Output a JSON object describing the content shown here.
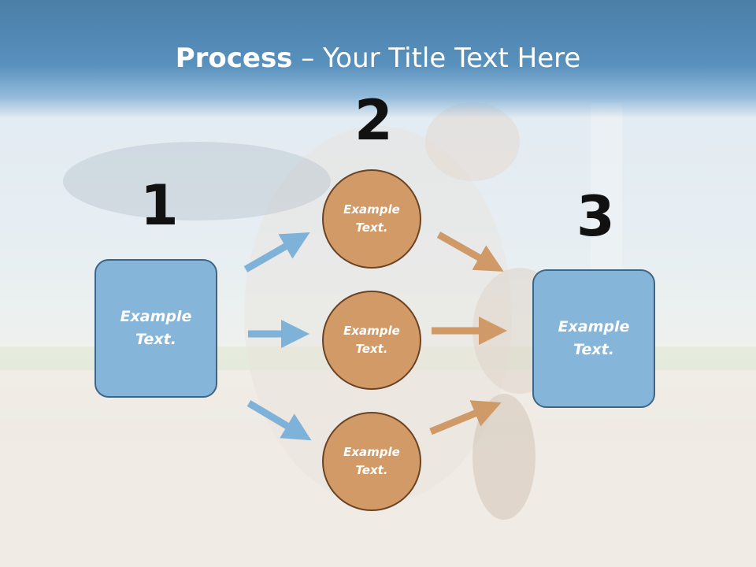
{
  "title": {
    "bold": "Process",
    "rest": " – Your Title Text Here"
  },
  "steps": {
    "one": "1",
    "two": "2",
    "three": "3"
  },
  "left_box": {
    "text": "Example\nText."
  },
  "circles": [
    {
      "text": "Example\nText."
    },
    {
      "text": "Example\nText."
    },
    {
      "text": "Example\nText."
    }
  ],
  "right_box": {
    "text": "Example\nText."
  },
  "colors": {
    "blue_box": "#86b5da",
    "blue_arrow": "#7fb2d9",
    "circle_fill": "#d19a66",
    "orange_arrow": "#cf9a67"
  }
}
